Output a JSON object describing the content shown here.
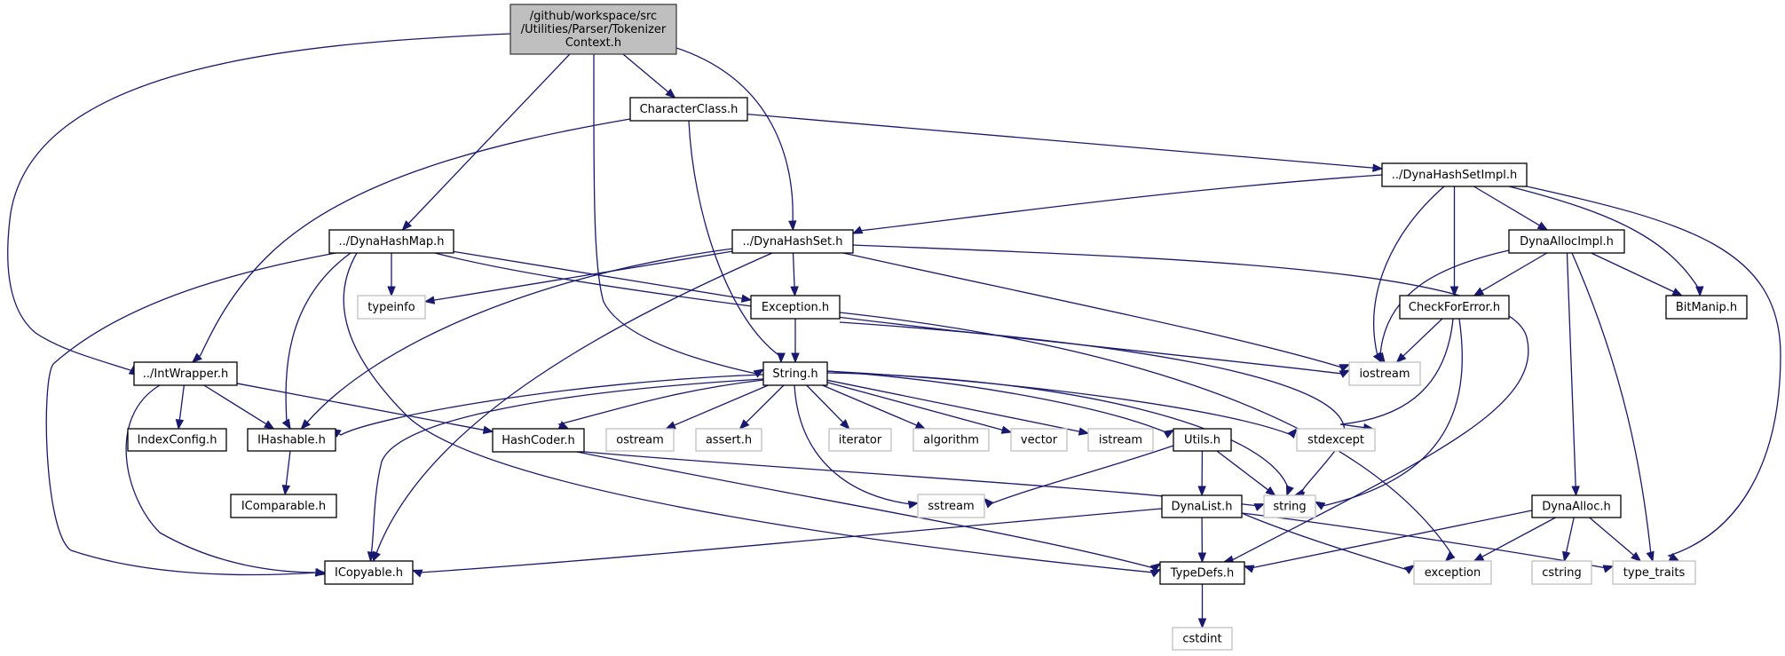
{
  "graph": {
    "title": "Include dependency graph for /github/workspace/src/Utilities/Parser/TokenizerContext.h",
    "colors": {
      "edge": "#191970",
      "root_fill": "#bfbfbf",
      "local_border": "#000000",
      "system_border": "#bfbfbf"
    },
    "nodes": [
      {
        "id": "root",
        "kind": "root",
        "lines": [
          "/github/workspace/src",
          "/Utilities/Parser/Tokenizer",
          "Context.h"
        ]
      },
      {
        "id": "CharacterClass",
        "kind": "local",
        "lines": [
          "CharacterClass.h"
        ]
      },
      {
        "id": "DynaHashMap",
        "kind": "local",
        "lines": [
          "../DynaHashMap.h"
        ]
      },
      {
        "id": "DynaHashSet",
        "kind": "local",
        "lines": [
          "../DynaHashSet.h"
        ]
      },
      {
        "id": "DynaHashSetImpl",
        "kind": "local",
        "lines": [
          "../DynaHashSetImpl.h"
        ]
      },
      {
        "id": "IntWrapper",
        "kind": "local",
        "lines": [
          "../IntWrapper.h"
        ]
      },
      {
        "id": "typeinfo",
        "kind": "system",
        "lines": [
          "typeinfo"
        ]
      },
      {
        "id": "Exception",
        "kind": "local",
        "lines": [
          "Exception.h"
        ]
      },
      {
        "id": "DynaAllocImpl",
        "kind": "local",
        "lines": [
          "DynaAllocImpl.h"
        ]
      },
      {
        "id": "CheckForError",
        "kind": "local",
        "lines": [
          "CheckForError.h"
        ]
      },
      {
        "id": "BitManip",
        "kind": "local",
        "lines": [
          "BitManip.h"
        ]
      },
      {
        "id": "String",
        "kind": "local",
        "lines": [
          "String.h"
        ]
      },
      {
        "id": "iostream",
        "kind": "system",
        "lines": [
          "iostream"
        ]
      },
      {
        "id": "IndexConfig",
        "kind": "local",
        "lines": [
          "IndexConfig.h"
        ]
      },
      {
        "id": "IHashable",
        "kind": "local",
        "lines": [
          "IHashable.h"
        ]
      },
      {
        "id": "HashCoder",
        "kind": "local",
        "lines": [
          "HashCoder.h"
        ]
      },
      {
        "id": "ostream",
        "kind": "system",
        "lines": [
          "ostream"
        ]
      },
      {
        "id": "assert",
        "kind": "system",
        "lines": [
          "assert.h"
        ]
      },
      {
        "id": "iterator",
        "kind": "system",
        "lines": [
          "iterator"
        ]
      },
      {
        "id": "algorithm",
        "kind": "system",
        "lines": [
          "algorithm"
        ]
      },
      {
        "id": "vector",
        "kind": "system",
        "lines": [
          "vector"
        ]
      },
      {
        "id": "istream",
        "kind": "system",
        "lines": [
          "istream"
        ]
      },
      {
        "id": "Utils",
        "kind": "local",
        "lines": [
          "Utils.h"
        ]
      },
      {
        "id": "stdexcept",
        "kind": "system",
        "lines": [
          "stdexcept"
        ]
      },
      {
        "id": "IComparable",
        "kind": "local",
        "lines": [
          "IComparable.h"
        ]
      },
      {
        "id": "sstream",
        "kind": "system",
        "lines": [
          "sstream"
        ]
      },
      {
        "id": "string",
        "kind": "system",
        "lines": [
          "string"
        ]
      },
      {
        "id": "DynaList",
        "kind": "local",
        "lines": [
          "DynaList.h"
        ]
      },
      {
        "id": "DynaAlloc",
        "kind": "local",
        "lines": [
          "DynaAlloc.h"
        ]
      },
      {
        "id": "ICopyable",
        "kind": "local",
        "lines": [
          "ICopyable.h"
        ]
      },
      {
        "id": "TypeDefs",
        "kind": "local",
        "lines": [
          "TypeDefs.h"
        ]
      },
      {
        "id": "exception",
        "kind": "system",
        "lines": [
          "exception"
        ]
      },
      {
        "id": "cstring",
        "kind": "system",
        "lines": [
          "cstring"
        ]
      },
      {
        "id": "type_traits",
        "kind": "system",
        "lines": [
          "type_traits"
        ]
      },
      {
        "id": "cstdint",
        "kind": "system",
        "lines": [
          "cstdint"
        ]
      }
    ],
    "edges": [
      [
        "root",
        "IntWrapper"
      ],
      [
        "root",
        "DynaHashMap"
      ],
      [
        "root",
        "String"
      ],
      [
        "root",
        "CharacterClass"
      ],
      [
        "root",
        "DynaHashSet"
      ],
      [
        "CharacterClass",
        "IntWrapper"
      ],
      [
        "CharacterClass",
        "String"
      ],
      [
        "CharacterClass",
        "DynaHashSetImpl"
      ],
      [
        "DynaHashMap",
        "ICopyable"
      ],
      [
        "DynaHashMap",
        "IHashable"
      ],
      [
        "DynaHashMap",
        "TypeDefs"
      ],
      [
        "DynaHashMap",
        "typeinfo"
      ],
      [
        "DynaHashMap",
        "Exception"
      ],
      [
        "DynaHashMap",
        "iostream"
      ],
      [
        "DynaHashSet",
        "typeinfo"
      ],
      [
        "DynaHashSet",
        "IHashable"
      ],
      [
        "DynaHashSet",
        "ICopyable"
      ],
      [
        "DynaHashSet",
        "Exception"
      ],
      [
        "DynaHashSet",
        "iostream"
      ],
      [
        "DynaHashSet",
        "TypeDefs"
      ],
      [
        "DynaHashSetImpl",
        "DynaHashSet"
      ],
      [
        "DynaHashSetImpl",
        "iostream"
      ],
      [
        "DynaHashSetImpl",
        "CheckForError"
      ],
      [
        "DynaHashSetImpl",
        "DynaAllocImpl"
      ],
      [
        "DynaHashSetImpl",
        "BitManip"
      ],
      [
        "DynaHashSetImpl",
        "type_traits"
      ],
      [
        "DynaAllocImpl",
        "iostream"
      ],
      [
        "DynaAllocImpl",
        "CheckForError"
      ],
      [
        "DynaAllocImpl",
        "BitManip"
      ],
      [
        "DynaAllocImpl",
        "DynaAlloc"
      ],
      [
        "DynaAllocImpl",
        "type_traits"
      ],
      [
        "CheckForError",
        "iostream"
      ],
      [
        "CheckForError",
        "stdexcept"
      ],
      [
        "CheckForError",
        "string"
      ],
      [
        "Exception",
        "String"
      ],
      [
        "Exception",
        "string"
      ],
      [
        "Exception",
        "exception"
      ],
      [
        "IntWrapper",
        "IndexConfig"
      ],
      [
        "IntWrapper",
        "IHashable"
      ],
      [
        "IntWrapper",
        "HashCoder"
      ],
      [
        "IntWrapper",
        "ICopyable"
      ],
      [
        "IHashable",
        "IComparable"
      ],
      [
        "String",
        "IHashable"
      ],
      [
        "String",
        "ICopyable"
      ],
      [
        "String",
        "HashCoder"
      ],
      [
        "String",
        "ostream"
      ],
      [
        "String",
        "assert"
      ],
      [
        "String",
        "sstream"
      ],
      [
        "String",
        "iterator"
      ],
      [
        "String",
        "algorithm"
      ],
      [
        "String",
        "vector"
      ],
      [
        "String",
        "istream"
      ],
      [
        "String",
        "Utils"
      ],
      [
        "String",
        "string"
      ],
      [
        "String",
        "stdexcept"
      ],
      [
        "HashCoder",
        "string"
      ],
      [
        "HashCoder",
        "TypeDefs"
      ],
      [
        "Utils",
        "sstream"
      ],
      [
        "Utils",
        "DynaList"
      ],
      [
        "Utils",
        "string"
      ],
      [
        "DynaList",
        "ICopyable"
      ],
      [
        "DynaList",
        "TypeDefs"
      ],
      [
        "DynaList",
        "exception"
      ],
      [
        "DynaList",
        "type_traits"
      ],
      [
        "DynaAlloc",
        "TypeDefs"
      ],
      [
        "DynaAlloc",
        "exception"
      ],
      [
        "DynaAlloc",
        "cstring"
      ],
      [
        "DynaAlloc",
        "type_traits"
      ],
      [
        "TypeDefs",
        "cstdint"
      ]
    ]
  }
}
